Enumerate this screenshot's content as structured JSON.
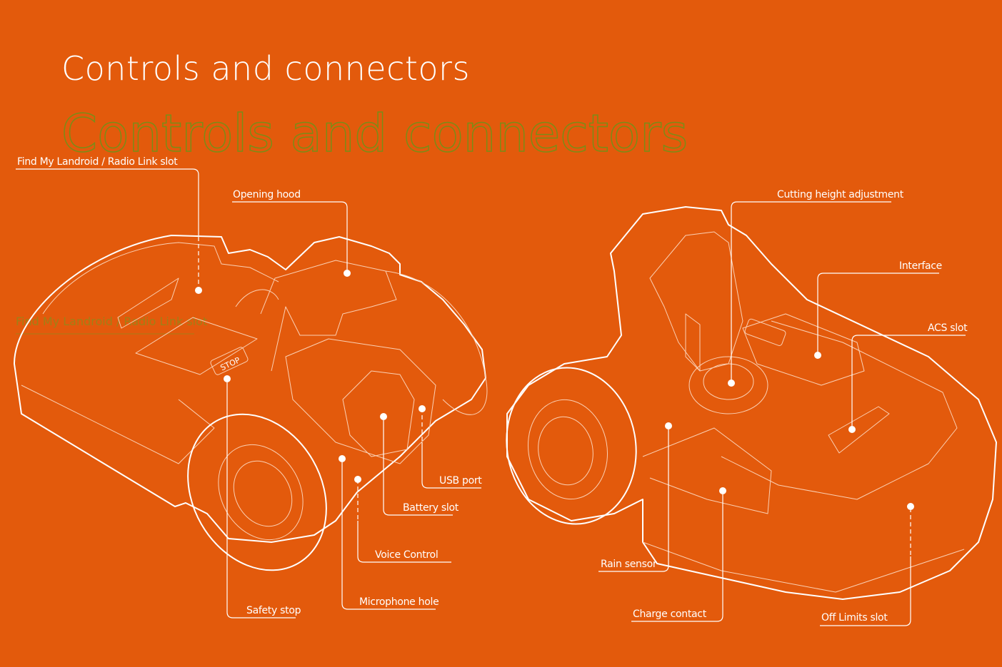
{
  "title": "Controls and connectors",
  "colors": {
    "background": "#E35A0C",
    "line": "#FFFFFF"
  },
  "left_mower_labels": {
    "find_my_landroid": "Find My Landroid / Radio Link slot",
    "opening_hood": "Opening hood",
    "safety_stop": "Safety stop",
    "microphone_hole": "Microphone hole",
    "voice_control": "Voice Control",
    "battery_slot": "Battery slot",
    "usb_port": "USB port"
  },
  "right_mower_labels": {
    "cutting_height": "Cutting height adjustment",
    "interface": "Interface",
    "acs_slot": "ACS slot",
    "rain_sensor": "Rain sensor",
    "charge_contact": "Charge contact",
    "off_limits": "Off Limits slot"
  },
  "stop_button_text": "STOP"
}
